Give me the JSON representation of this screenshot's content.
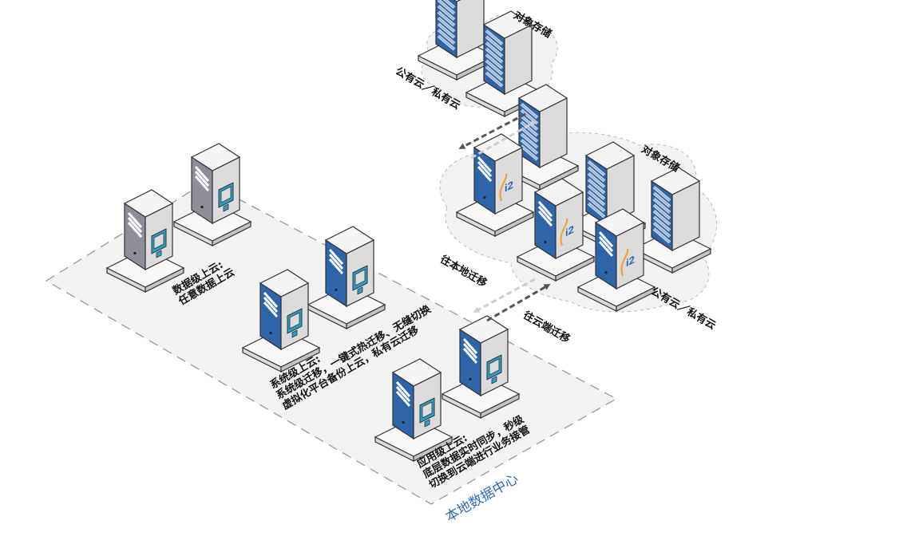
{
  "diagram": {
    "top_cloud": {
      "label_storage": "对象存储",
      "label_cloud": "公有云／私有云",
      "servers": [
        {
          "type": "storage-rack"
        },
        {
          "type": "storage-rack"
        }
      ]
    },
    "main_cloud": {
      "label_storage": "对象存储",
      "label_cloud": "公有云／私有云",
      "servers": [
        {
          "type": "i2-server",
          "logo": "i2"
        },
        {
          "type": "i2-server",
          "logo": "i2"
        },
        {
          "type": "i2-server",
          "logo": "i2"
        },
        {
          "type": "storage-rack"
        },
        {
          "type": "storage-rack"
        },
        {
          "type": "storage-rack"
        }
      ]
    },
    "arrows": {
      "to_local": "往本地迁移",
      "to_cloud": "往云端迁移"
    },
    "local_dc": {
      "title": "本地数据中心",
      "tiers": [
        {
          "name": "data-level",
          "lines": [
            "数据级上云:",
            "任意数据上云"
          ],
          "server_style": "grey"
        },
        {
          "name": "system-level",
          "lines": [
            "系统级上云:",
            "系统级迁移，一键式热迁移、无缝切换",
            "虚拟化平台备份上云，私有云迁移"
          ],
          "server_style": "blue"
        },
        {
          "name": "application-level",
          "lines": [
            "应用级上云:",
            "底层数据实时同步，秒级",
            "切换到云端进行业务接管"
          ],
          "server_style": "blue"
        }
      ]
    },
    "colors": {
      "server_blue": "#2e64a8",
      "server_grey": "#8e8e9a",
      "monitor_teal": "#2aa0c8",
      "logo_orange": "#f2a238",
      "logo_blue": "#2e5fb0",
      "title_blue": "#2f6db3",
      "zone_fill": "#f2f2f2",
      "arrow_dark": "#555555",
      "arrow_light": "#cfcfcf"
    }
  }
}
